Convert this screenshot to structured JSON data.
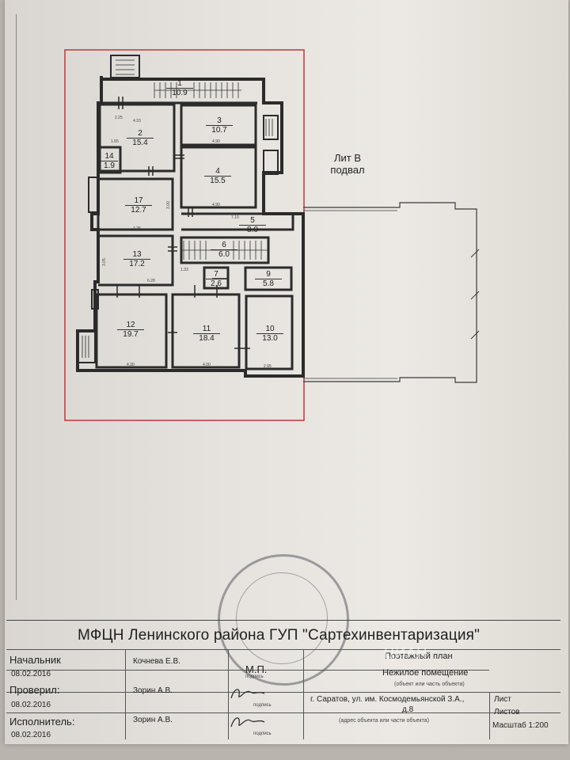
{
  "building": {
    "lit": "Лит В",
    "level": "подвал"
  },
  "rooms": [
    {
      "num": "1",
      "area": "10.9"
    },
    {
      "num": "2",
      "area": "15.4"
    },
    {
      "num": "3",
      "area": "10.7"
    },
    {
      "num": "4",
      "area": "15.5"
    },
    {
      "num": "5",
      "area": "8.0"
    },
    {
      "num": "6",
      "area": "6.0"
    },
    {
      "num": "7",
      "area": "2.6"
    },
    {
      "num": "9",
      "area": "5.8"
    },
    {
      "num": "10",
      "area": "13.0"
    },
    {
      "num": "11",
      "area": "18.4"
    },
    {
      "num": "12",
      "area": "19.7"
    },
    {
      "num": "13",
      "area": "17.2"
    },
    {
      "num": "14",
      "area": "1.9"
    },
    {
      "num": "17",
      "area": "12.7"
    }
  ],
  "dims": {
    "d1": "4.33",
    "d2": "4.90",
    "d3": "4.90",
    "d4": "4.25",
    "d5": "7.10",
    "d6": "6.28",
    "d7": "4.30",
    "d8": "4.00",
    "d9": "2.95",
    "d10": "1.33",
    "d11": "2.25",
    "d12": "1.65",
    "d13": "3.05",
    "d14": "3.00"
  },
  "title_block": {
    "org": "МФЦН Ленинского района ГУП \"Сартехинвентаризация\"",
    "rows": [
      {
        "role": "Начальник",
        "date": "08.02.2016",
        "name": "Кочнева Е.В."
      },
      {
        "role": "Проверил:",
        "date": "08.02.2016",
        "name": "Зорин А.В."
      },
      {
        "role": "Исполнитель:",
        "date": "08.02.2016",
        "name": "Зорин А.В."
      }
    ],
    "mp": "М.П.",
    "sign_caption": "подпись",
    "plan_title": "Поэтажный план",
    "object": "Нежилое помещение",
    "object_caption": "(объект или часть объекта)",
    "address_line1": "г. Саратов, ул. им. Космодемьянской З.А.,",
    "address_line2": "д.8",
    "address_caption": "(адрес объекта или части объекта)",
    "sheet_label": "Лист",
    "sheets_label": "Листов",
    "scale": "Масштаб 1:200"
  },
  "watermark": "ЦИАН"
}
